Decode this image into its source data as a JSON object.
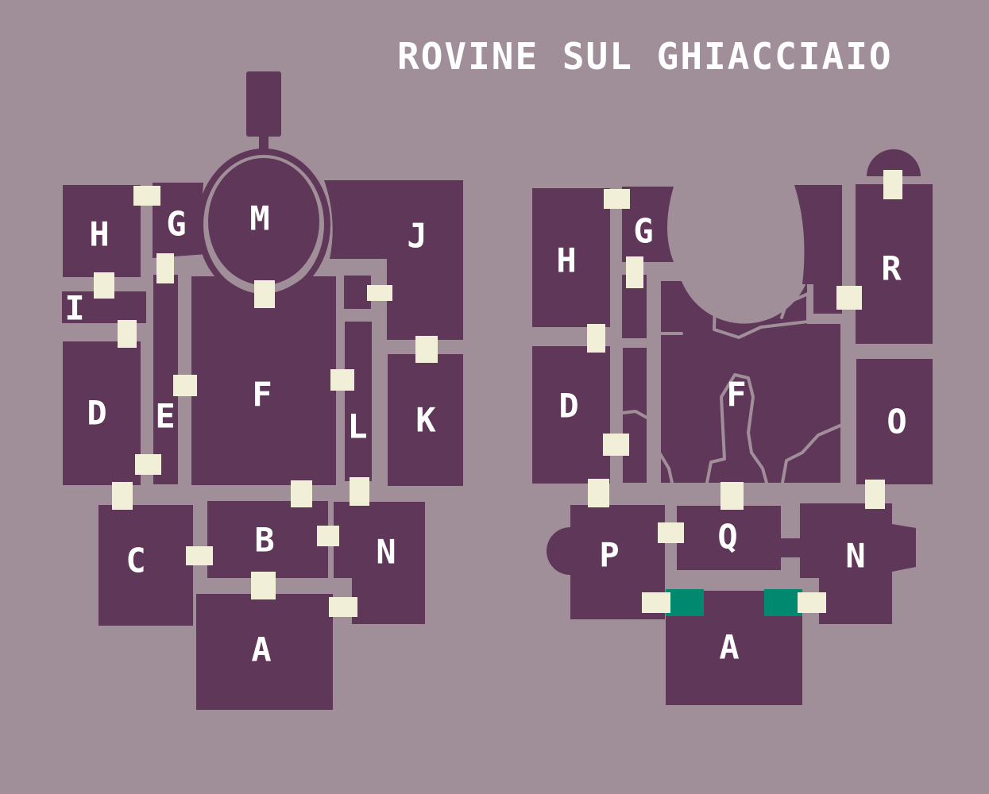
{
  "title": "ROVINE SUL GHIACCIAIO",
  "colors": {
    "background": "#a08e99",
    "room": "#5f3758",
    "door": "#f2efd9",
    "special_door": "#00896f",
    "text": "#ffffff"
  },
  "left_map": {
    "rooms": [
      "H",
      "G",
      "M",
      "J",
      "I",
      "F",
      "D",
      "E",
      "L",
      "K",
      "C",
      "B",
      "N",
      "A"
    ]
  },
  "right_map": {
    "rooms": [
      "H",
      "G",
      "R",
      "D",
      "F",
      "O",
      "P",
      "Q",
      "N",
      "A"
    ]
  }
}
